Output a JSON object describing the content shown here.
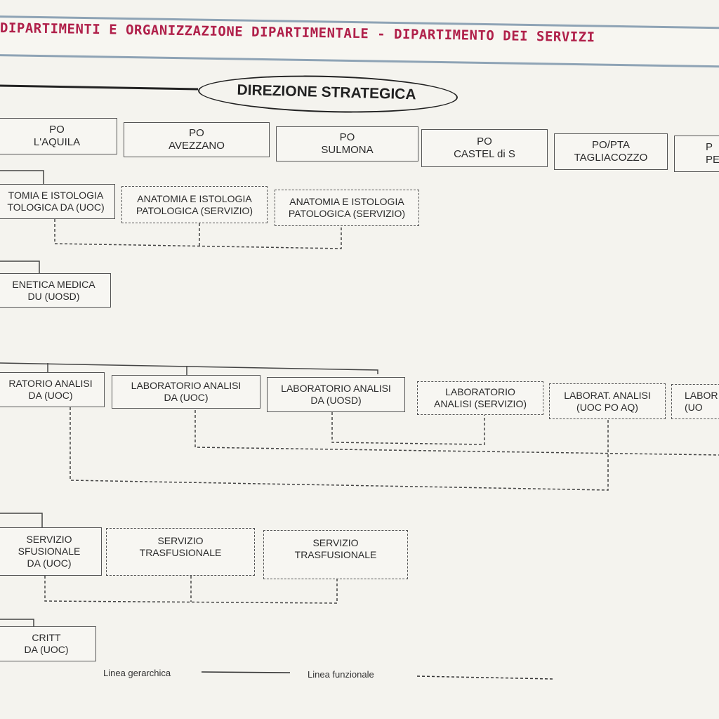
{
  "header": {
    "title": "DIPARTIMENTI E ORGANIZZAZIONE DIPARTIMENTALE - DIPARTIMENTO DEI SERVIZI"
  },
  "direzione": {
    "label": "DIREZIONE STRATEGICA"
  },
  "po_units": [
    {
      "line1": "PO",
      "line2": "L'AQUILA"
    },
    {
      "line1": "PO",
      "line2": "AVEZZANO"
    },
    {
      "line1": "PO",
      "line2": "SULMONA"
    },
    {
      "line1": "PO",
      "line2": "CASTEL di S"
    },
    {
      "line1": "PO/PTA",
      "line2": "TAGLIACOZZO"
    },
    {
      "line1": "P",
      "line2": "PE"
    }
  ],
  "anatomia": [
    {
      "line1": "TOMIA E ISTOLOGIA",
      "line2": "TOLOGICA  DA (UOC)"
    },
    {
      "line1": "ANATOMIA E ISTOLOGIA",
      "line2": "PATOLOGICA (SERVIZIO)"
    },
    {
      "line1": "ANATOMIA E ISTOLOGIA",
      "line2": "PATOLOGICA (SERVIZIO)"
    }
  ],
  "genetica": {
    "line1": "ENETICA MEDICA",
    "line2": "DU (UOSD)"
  },
  "laboratori": [
    {
      "line1": "RATORIO ANALISI",
      "line2": "DA (UOC)"
    },
    {
      "line1": "LABORATORIO ANALISI",
      "line2": "DA (UOC)"
    },
    {
      "line1": "LABORATORIO ANALISI",
      "line2": "DA (UOSD)"
    },
    {
      "line1": "LABORATORIO",
      "line2": "ANALISI (SERVIZIO)"
    },
    {
      "line1": "LABORAT. ANALISI",
      "line2": "(UOC PO AQ)"
    },
    {
      "line1": "LABOR",
      "line2": "(UO"
    }
  ],
  "trasfusionale": [
    {
      "line1": "SERVIZIO",
      "line2": "SFUSIONALE",
      "line3": "DA (UOC)"
    },
    {
      "line1": "SERVIZIO",
      "line2": "TRASFUSIONALE"
    },
    {
      "line1": "SERVIZIO",
      "line2": "TRASFUSIONALE"
    }
  ],
  "critt": {
    "line1": "CRITT",
    "line2": "DA (UOC)"
  },
  "legend": {
    "gerarchica": "Linea gerarchica",
    "funzionale": "Linea funzionale"
  }
}
